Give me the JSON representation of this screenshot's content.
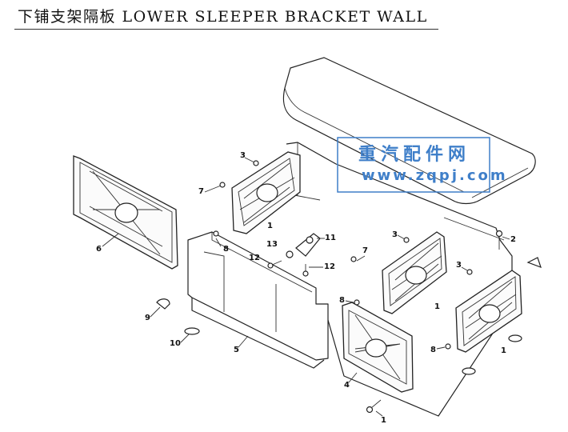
{
  "title": "下铺支架隔板 LOWER SLEEPER BRACKET WALL",
  "watermark": {
    "line1": "重汽配件网",
    "line2": "www.zqpj.com",
    "color": "#3f7fc9"
  },
  "callouts": {
    "c1a": "1",
    "c1b": "1",
    "c1c": "1",
    "c1d": "1",
    "c2": "2",
    "c3a": "3",
    "c3b": "3",
    "c3c": "3",
    "c4": "4",
    "c5": "5",
    "c6": "6",
    "c7a": "7",
    "c7b": "7",
    "c8a": "8",
    "c8b": "8",
    "c8c": "8",
    "c9": "9",
    "c10": "10",
    "c11": "11",
    "c12a": "12",
    "c12b": "12",
    "c13": "13"
  }
}
